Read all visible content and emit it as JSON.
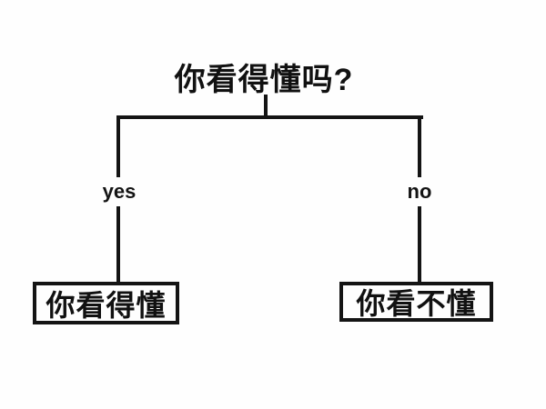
{
  "diagram": {
    "type": "decision-tree",
    "question": "你看得懂吗?",
    "branches": [
      {
        "label": "yes",
        "outcome": "你看得懂"
      },
      {
        "label": "no",
        "outcome": "你看不懂"
      }
    ],
    "colors": {
      "line": "#141414",
      "text": "#111111",
      "background": "#fefefe"
    }
  }
}
